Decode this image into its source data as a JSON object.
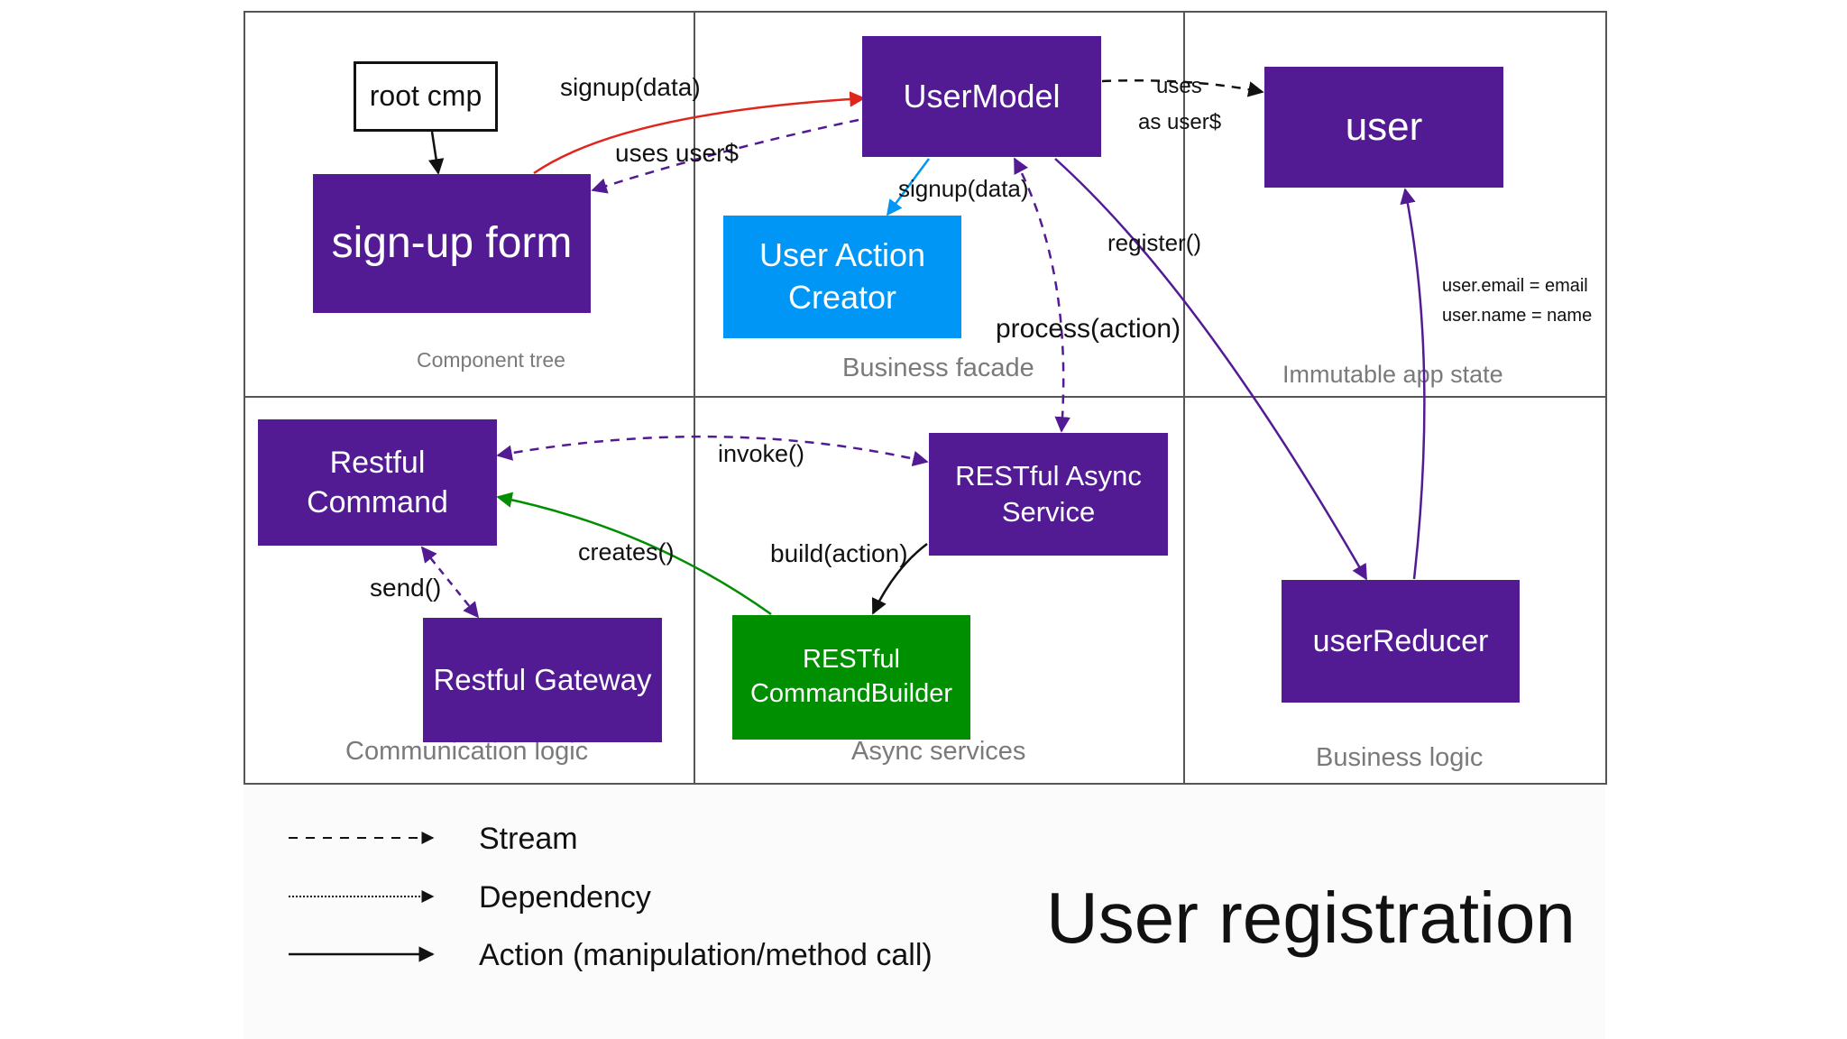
{
  "sections": {
    "component_tree": "Component tree",
    "business_facade": "Business facade",
    "immutable_state": "Immutable app state",
    "communication_logic": "Communication logic",
    "async_services": "Async services",
    "business_logic": "Business logic"
  },
  "nodes": {
    "root_cmp": "root cmp",
    "signup_form": "sign-up form",
    "user_model": "UserModel",
    "user_state": "user",
    "user_action_creator": "User Action Creator",
    "restful_command": "Restful Command",
    "restful_async_service": "RESTful Async Service",
    "restful_gateway": "Restful Gateway",
    "restful_command_builder": "RESTful CommandBuilder",
    "user_reducer": "userReducer"
  },
  "edge_labels": {
    "signup_data_1": "signup(data)",
    "uses_user": "uses user$",
    "uses": "uses",
    "as_user": "as user$",
    "signup_data_2": "signup(data)",
    "register": "register()",
    "process_action": "process(action)",
    "user_email": "user.email = email",
    "user_name": "user.name = name",
    "invoke": "invoke()",
    "creates": "creates()",
    "build_action": "build(action)",
    "send": "send()"
  },
  "legend": {
    "stream": "Stream",
    "dependency": "Dependency",
    "action": "Action (manipulation/method call)"
  },
  "title": "User registration",
  "colors": {
    "purple": "#531b93",
    "blue": "#0096f6",
    "green": "#008f00",
    "red_arrow": "#e0261c"
  }
}
